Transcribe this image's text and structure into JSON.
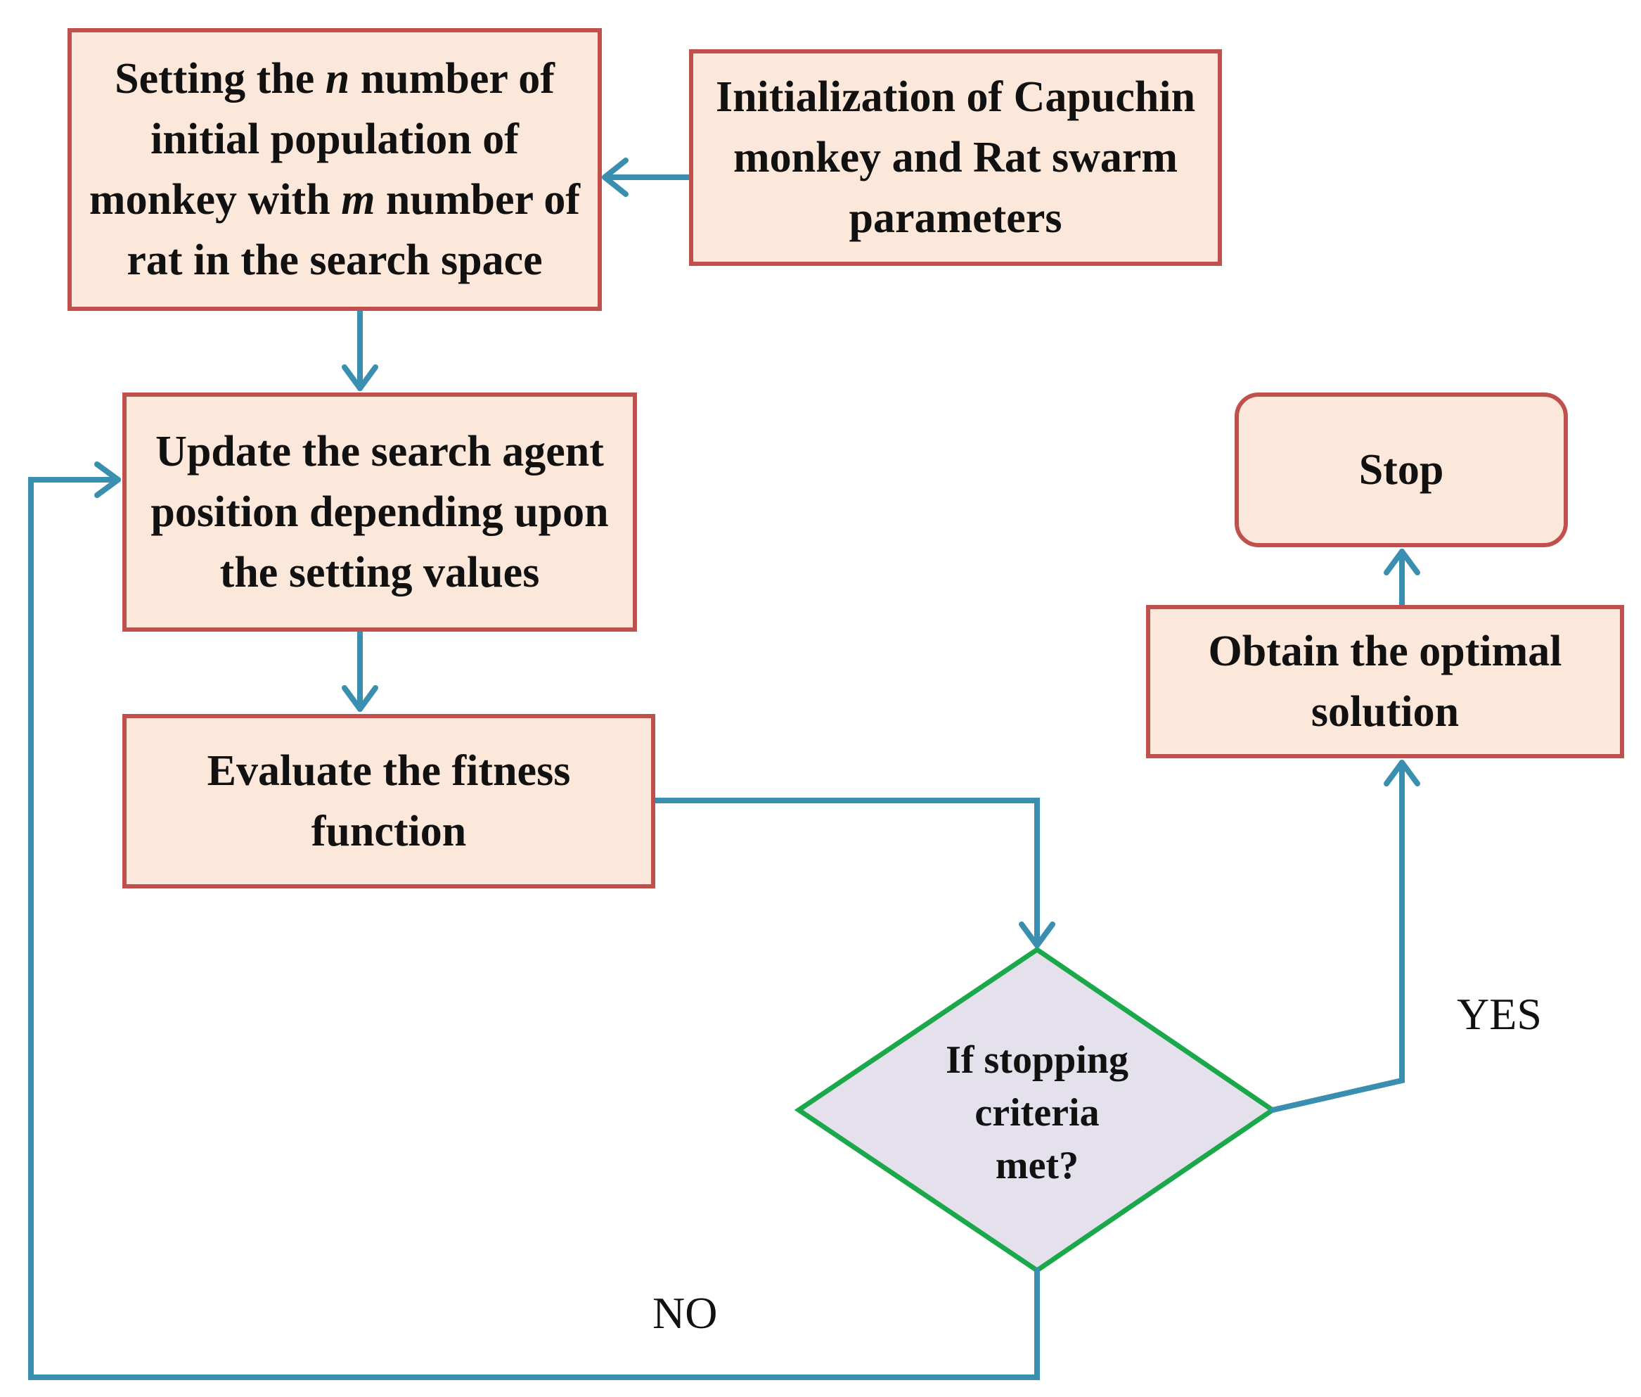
{
  "nodes": {
    "setting": {
      "lines": [
        {
          "segments": [
            {
              "text": "Setting the "
            },
            {
              "text": "n",
              "italic": true
            },
            {
              "text": " number of"
            }
          ]
        },
        {
          "segments": [
            {
              "text": "initial population of"
            }
          ]
        },
        {
          "segments": [
            {
              "text": "monkey with "
            },
            {
              "text": "m",
              "italic": true
            },
            {
              "text": " number of"
            }
          ]
        },
        {
          "segments": [
            {
              "text": "rat in the search space"
            }
          ]
        }
      ]
    },
    "init": {
      "lines": [
        "Initialization of Capuchin",
        "monkey and Rat swarm",
        "parameters"
      ]
    },
    "update": {
      "lines": [
        "Update the search agent",
        "position depending upon",
        "the setting values"
      ]
    },
    "evaluate": {
      "lines": [
        "Evaluate the fitness",
        "function"
      ]
    },
    "decision": {
      "lines": [
        "If stopping",
        "criteria",
        "met?"
      ]
    },
    "obtain": {
      "lines": [
        "Obtain the optimal",
        "solution"
      ]
    },
    "stop": {
      "lines": [
        "Stop"
      ]
    }
  },
  "branches": {
    "yes": "YES",
    "no": "NO"
  },
  "colors": {
    "box_fill": "#fce8da",
    "box_border": "#c0504d",
    "diamond_fill": "#e4e0ec",
    "diamond_border": "#1aa84a",
    "connector": "#3a8fb0"
  }
}
